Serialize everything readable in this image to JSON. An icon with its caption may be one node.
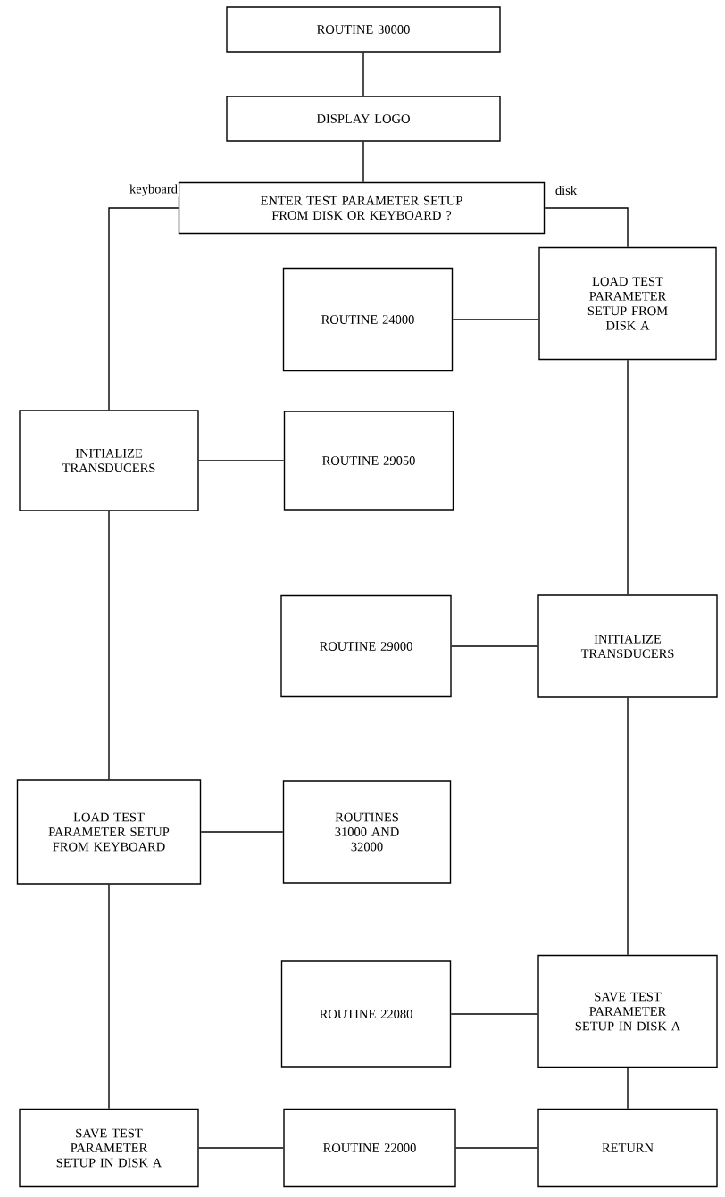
{
  "diagram": {
    "nodes": [
      {
        "text": [
          "ROUTINE 30000"
        ]
      },
      {
        "text": [
          "DISPLAY LOGO"
        ]
      },
      {
        "text": [
          "ENTER TEST PARAMETER SETUP FROM DISK OR KEYBOARD ?"
        ]
      },
      {
        "text": [
          "ROUTINE 24000"
        ]
      },
      {
        "text": [
          "LOAD TEST PARAMETER SETUP FROM DISK A"
        ]
      },
      {
        "text": [
          "INITIALIZE TRANSDUCERS"
        ]
      },
      {
        "text": [
          "ROUTINE 29050"
        ]
      },
      {
        "text": [
          "ROUTINE 29000"
        ]
      },
      {
        "text": [
          "INITIALIZE TRANSDUCERS"
        ]
      },
      {
        "text": [
          "LOAD TEST PARAMETER SETUP FROM KEYBOARD"
        ]
      },
      {
        "text": [
          "ROUTINES 31000 AND 32000"
        ]
      },
      {
        "text": [
          "ROUTINE 22080"
        ]
      },
      {
        "text": [
          "SAVE TEST PARAMETER SETUP IN DISK A"
        ]
      },
      {
        "text": [
          "SAVE TEST PARAMETER SETUP IN DISK A"
        ]
      },
      {
        "text": [
          "ROUTINE 22000"
        ]
      },
      {
        "text": [
          "RETURN"
        ]
      }
    ],
    "edges": [
      {
        "from": 0,
        "to": 1,
        "arrow": "none"
      },
      {
        "from": 1,
        "to": 2,
        "arrow": "none"
      },
      {
        "from": 2,
        "to": 5,
        "arrow": "none",
        "label": "keyboard"
      },
      {
        "from": 2,
        "to": 4,
        "arrow": "none",
        "label": "disk"
      },
      {
        "from": 3,
        "to": 4,
        "arrow": "none"
      },
      {
        "from": 4,
        "to": 8,
        "arrow": "none"
      },
      {
        "from": 6,
        "to": 5,
        "arrow": "none"
      },
      {
        "from": 5,
        "to": 9,
        "arrow": "none"
      },
      {
        "from": 7,
        "to": 8,
        "arrow": "none"
      },
      {
        "from": 8,
        "to": 12,
        "arrow": "none"
      },
      {
        "from": 9,
        "to": 10,
        "arrow": "none"
      },
      {
        "from": 9,
        "to": 13,
        "arrow": "none"
      },
      {
        "from": 11,
        "to": 12,
        "arrow": "none"
      },
      {
        "from": 12,
        "to": 15,
        "arrow": "none"
      },
      {
        "from": 13,
        "to": 14,
        "arrow": "none"
      },
      {
        "from": 14,
        "to": 15,
        "arrow": "none"
      }
    ]
  }
}
